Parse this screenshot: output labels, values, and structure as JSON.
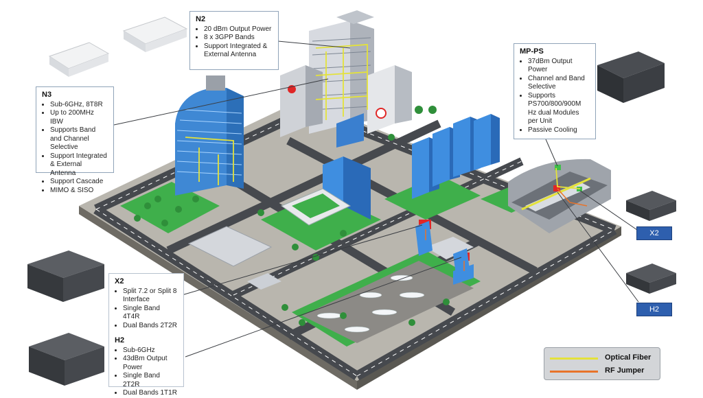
{
  "callouts": {
    "n2": {
      "title": "N2",
      "items": [
        "20 dBm Output Power",
        "8 x 3GPP Bands",
        "Support Integrated & External Antenna"
      ]
    },
    "n3": {
      "title": "N3",
      "items": [
        "Sub-6GHz, 8T8R",
        "Up to 200MHz IBW",
        "Supports Band and Channel Selective",
        "Support Integrated & External Antenna",
        "Support Cascade",
        "MIMO & SISO"
      ]
    },
    "mpps": {
      "title": "MP-PS",
      "items": [
        "37dBm Output Power",
        "Channel and Band Selective",
        "Supports PS700/800/900M Hz dual Modules per Unit",
        "Passive Cooling"
      ]
    },
    "x2": {
      "title": "X2",
      "items": [
        "Split 7.2 or Split 8 Interface",
        "Single Band 4T4R",
        "Dual Bands 2T2R"
      ]
    },
    "h2": {
      "title": "H2",
      "items": [
        "Sub-6GHz",
        "43dBm Output Power",
        "Single Band 2T2R",
        "Dual Bands 1T1R"
      ]
    }
  },
  "tags": {
    "x2": "X2",
    "h2": "H2"
  },
  "legend": {
    "optical": {
      "label": "Optical Fiber",
      "color": "#e4e23a"
    },
    "rf": {
      "label": "RF Jumper",
      "color": "#e8732a"
    }
  },
  "colors": {
    "ground": "#b8b5ad",
    "road": "#4a4d52",
    "grass": "#3fae4a",
    "building_blue": "#4f8fd0",
    "building_gray": "#c9ccd1",
    "accent_red": "#e02626",
    "tag_blue": "#2e5fae"
  }
}
